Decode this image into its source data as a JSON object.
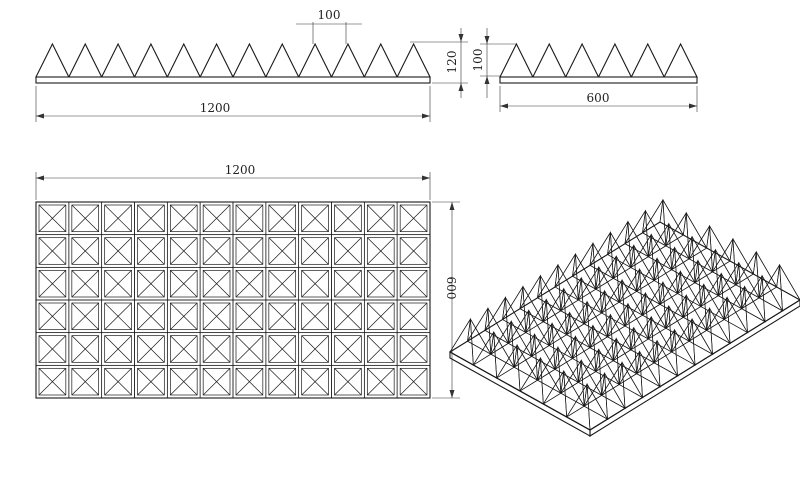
{
  "drawing": {
    "stroke_color": "#1a1a1a",
    "background": "#ffffff"
  },
  "front_view": {
    "spike_count": 12,
    "length_label": "1200",
    "spike_pitch_label": "100",
    "height_label": "120",
    "spike_height_label": "100"
  },
  "side_view": {
    "spike_count": 6,
    "width_label": "600"
  },
  "plan_view": {
    "columns": 12,
    "rows": 6,
    "width_label": "1200",
    "height_label": "600"
  },
  "iso_view": {
    "columns": 12,
    "rows": 6
  }
}
